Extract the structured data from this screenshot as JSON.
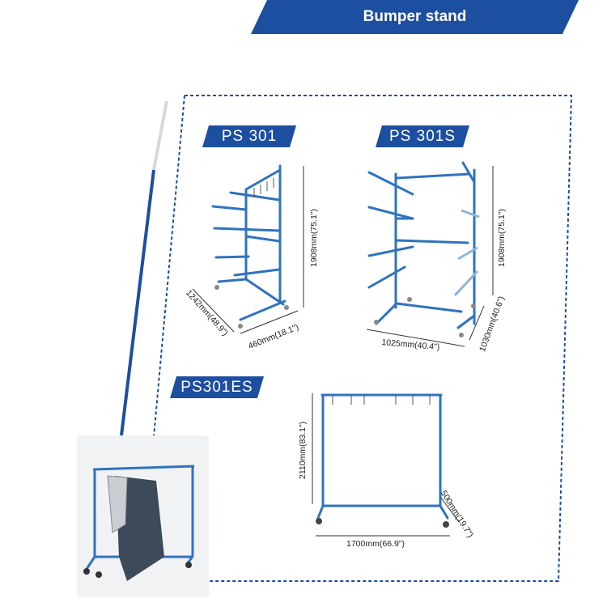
{
  "header": {
    "title": "Bumper stand"
  },
  "colors": {
    "brand": "#1d4fa0",
    "rack": "#2f73bd",
    "dash": "#1d4fa0"
  },
  "products": [
    {
      "name": "PS 301",
      "height": "1908mm(75.1\")",
      "depth": "1242mm(48.9\")",
      "width": "460mm(18.1\")"
    },
    {
      "name": "PS 301S",
      "height": "1908mm(75.1\")",
      "width": "1025mm(40.4\")",
      "depth": "1030mm(40.6\")"
    },
    {
      "name": "PS301ES",
      "height": "2110mm(83.1\")",
      "width": "1700mm(66.9\")",
      "depth": "500mm(19.7\")"
    }
  ]
}
